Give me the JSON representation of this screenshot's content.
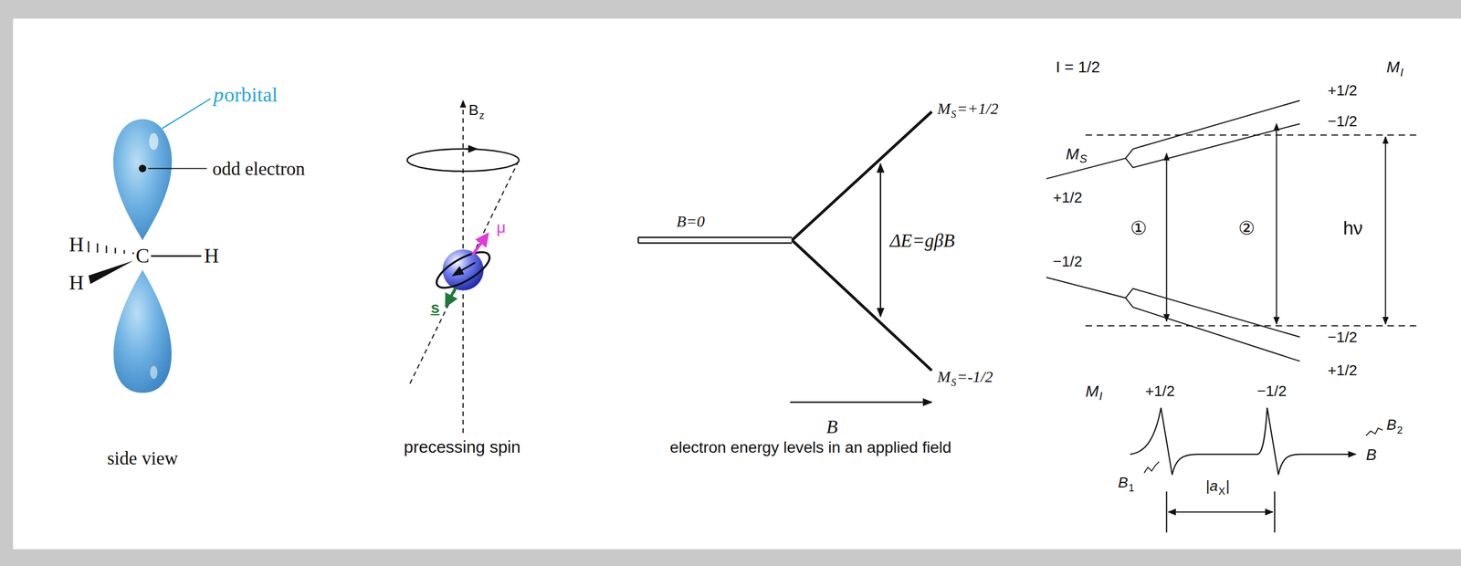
{
  "diagram": {
    "labels": [
      "p",
      "orbital",
      "odd electron",
      "H",
      "C",
      "H",
      "H",
      "side view",
      "B",
      "z",
      "μ",
      "s",
      "precessing spin",
      "B=0",
      "M",
      "S",
      "=+1/2",
      "ΔE=gβB",
      "M",
      "S",
      "=-1/2",
      "B",
      "electron energy levels in an applied field",
      "I = 1/2",
      "M",
      "I",
      "+1/2",
      "−1/2",
      "M",
      "S",
      "+1/2",
      "①",
      "②",
      "hν",
      "−1/2",
      "−1/2",
      "+1/2",
      "M",
      "I",
      "+1/2",
      "−1/2",
      "B",
      "B",
      "1",
      "B",
      "2",
      "|a",
      "X",
      "|"
    ]
  }
}
